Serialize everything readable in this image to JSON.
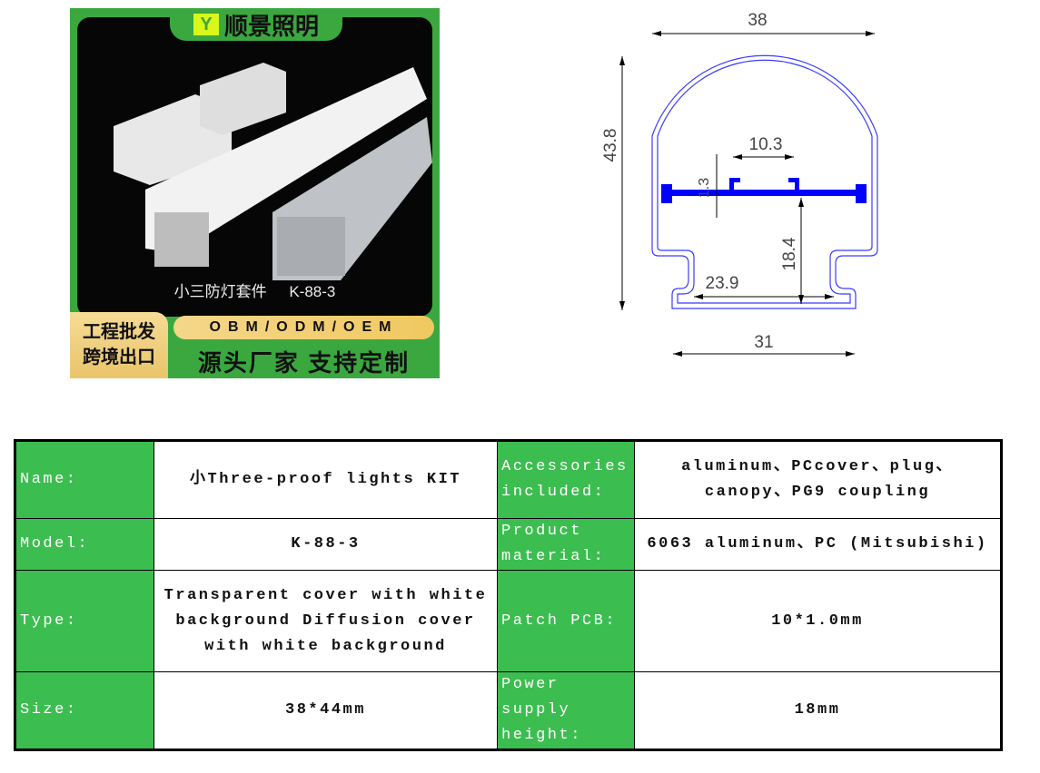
{
  "photo": {
    "brand": "顺景照明",
    "logo_letter": "Y",
    "caption": "小三防灯套件 K-88-3",
    "badge_lines": [
      "工程批发",
      "跨境出口"
    ],
    "service": "OBM/ODM/OEM",
    "slogan": "源头厂家 支持定制",
    "colors": {
      "green": "#3aa83f",
      "gold": "#f0c860"
    }
  },
  "drawing": {
    "width": "38",
    "height": "43.8",
    "slot_width": "10.3",
    "thickness": "1.3",
    "pcb_height": "18.4",
    "inner_bottom": "23.9",
    "bottom_width": "31",
    "colors": {
      "outline": "#3b3bff",
      "pcb": "#0000ff"
    }
  },
  "spec": {
    "rows": [
      {
        "k1": "Name:",
        "v1": "小Three-proof lights KIT",
        "k2": "Accessories included:",
        "v2": "aluminum、PCcover、plug、canopy、PG9 coupling"
      },
      {
        "k1": "Model:",
        "v1": "K-88-3",
        "k2": "Product material:",
        "v2": "6063 aluminum、PC (Mitsubishi)"
      },
      {
        "k1": "Type:",
        "v1": "Transparent cover with white background Diffusion cover with white background",
        "k2": "Patch PCB:",
        "v2": "10*1.0mm"
      },
      {
        "k1": "Size:",
        "v1": "38*44mm",
        "k2": "Power supply height:",
        "v2": "18mm"
      }
    ],
    "header_color": "#3cbd50"
  }
}
